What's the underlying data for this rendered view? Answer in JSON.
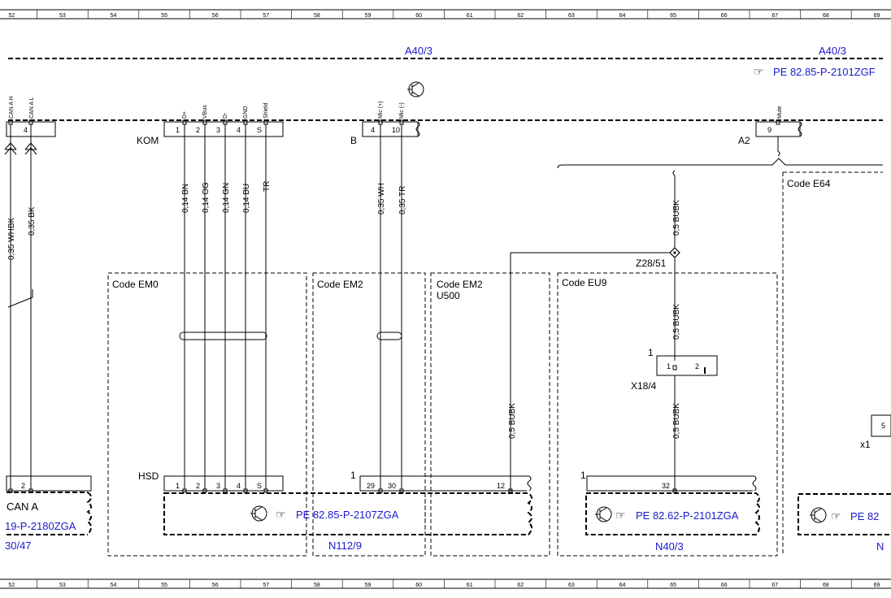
{
  "grid": {
    "columns": [
      "52",
      "53",
      "54",
      "55",
      "56",
      "57",
      "58",
      "59",
      "60",
      "61",
      "62",
      "63",
      "64",
      "65",
      "66",
      "67",
      "68",
      "69"
    ]
  },
  "header": {
    "component_left": "A40/3",
    "component_right": "A40/3",
    "ref_top_right": "PE 82.85-P-2101ZGF"
  },
  "connectors": {
    "kom": "KOM",
    "b": "B",
    "a2": "A2",
    "hsd": "HSD",
    "z28_51": "Z28/51",
    "x18_4": "X18/4",
    "x1": "x1"
  },
  "top_pins": {
    "can_h": "CAN A H",
    "can_l": "CAN A L",
    "can_l_num": "4",
    "kom_pins": [
      {
        "num": "1",
        "label": "D+"
      },
      {
        "num": "2",
        "label": "VBus"
      },
      {
        "num": "3",
        "label": "D-"
      },
      {
        "num": "4",
        "label": "GND"
      },
      {
        "num": "S",
        "label": "Shield"
      }
    ],
    "b_pins": [
      {
        "num": "4",
        "label": "Mic (+)"
      },
      {
        "num": "10",
        "label": "Mic (-)"
      }
    ],
    "a2_pin": {
      "num": "9",
      "label": "Mute"
    }
  },
  "wires": {
    "w_whbk": "0,35 WHBK",
    "w_bk": "0,35 BK",
    "w_bn": "0,14 BN",
    "w_og": "0,14 OG",
    "w_gn": "0,14 GN",
    "w_bu": "0,14 BU",
    "w_tr": "TR",
    "w_wh": "0,35 WH",
    "w_tr2": "0,35 TR",
    "w_bubk1": "0,5 BUBK",
    "w_bubk2": "0,5 BUBK",
    "w_bubk3": "0,5 BUBK",
    "w_bubk4": "0,5 BUBK"
  },
  "codes": {
    "em0": "Code EM0",
    "em2": "Code EM2",
    "em2b": "Code EM2",
    "u500": "U500",
    "eu9": "Code EU9",
    "e64": "Code E64"
  },
  "bottom": {
    "left_pin": "2",
    "can_a": "CAN A",
    "left_ref": "19-P-2180ZGA",
    "left_id": "30/47",
    "hsd_pins": [
      "1",
      "2",
      "3",
      "4",
      "S"
    ],
    "n112_pin1": "1",
    "n112_pins": [
      "29",
      "30",
      "12"
    ],
    "n112_ref": "PE 82.85-P-2107ZGA",
    "n112_id": "N112/9",
    "n40_pin1": "1",
    "n40_pin": "32",
    "n40_ref": "PE 82.62-P-2101ZGA",
    "n40_id": "N40/3",
    "right_ref": "PE 82",
    "right_id": "N",
    "x18_pin_outer": "1",
    "x18_pins": [
      "1",
      "2"
    ],
    "x1_pin": "5"
  }
}
